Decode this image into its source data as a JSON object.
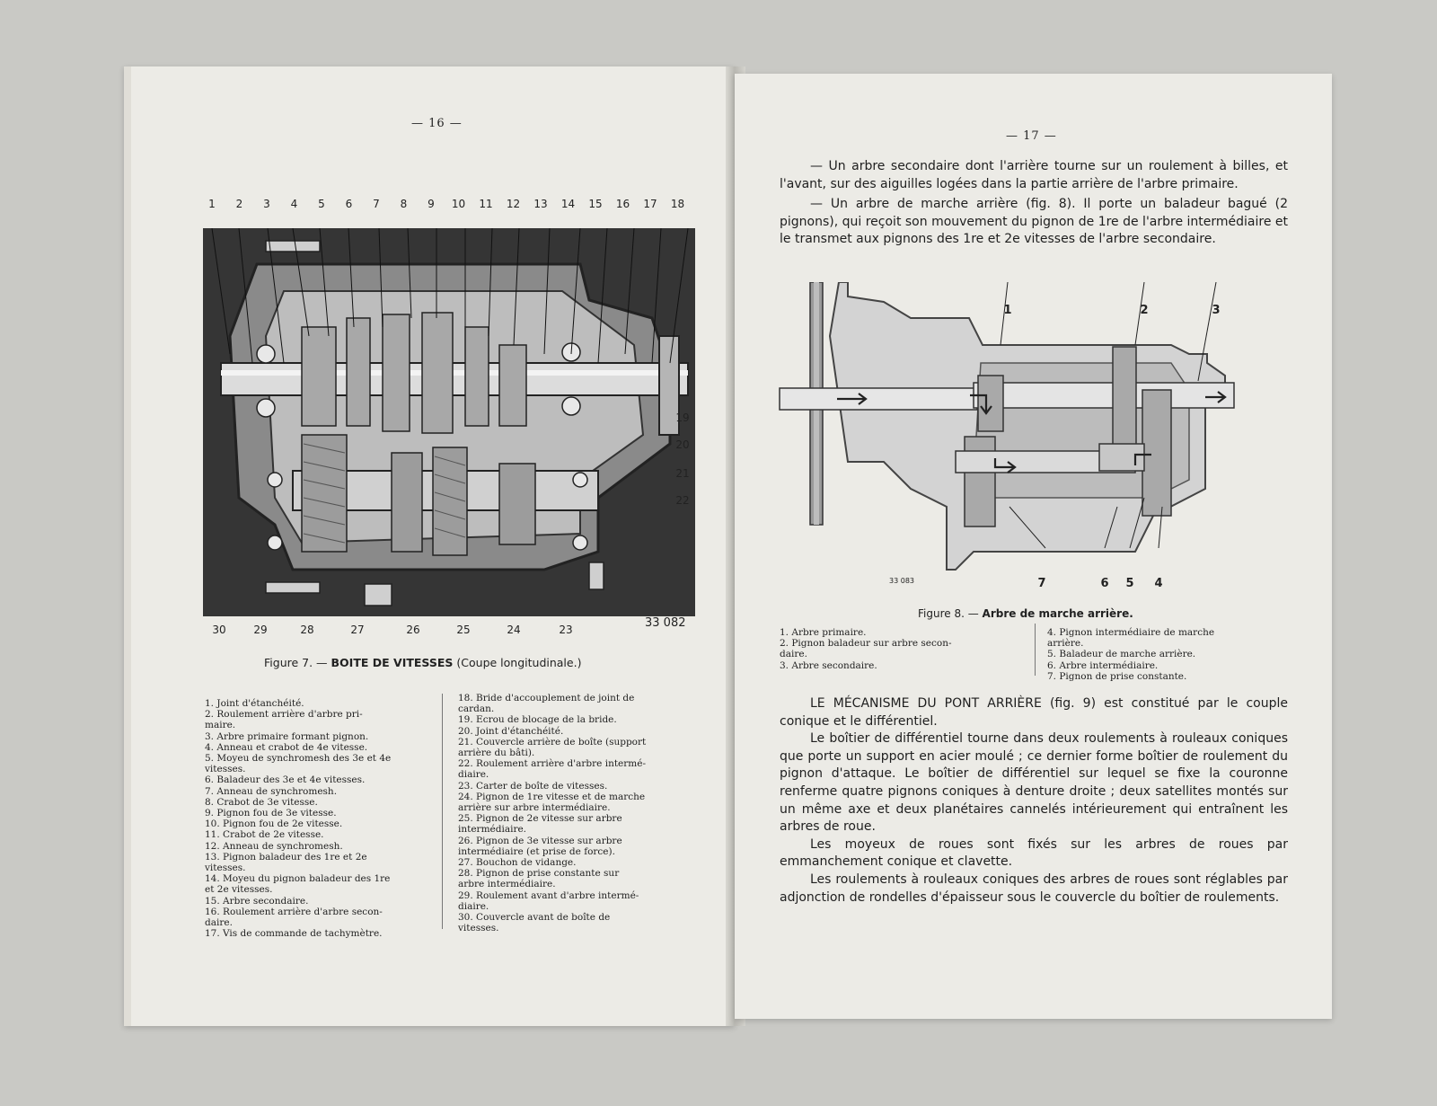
{
  "left_page": {
    "page_number": "— 16 —",
    "figure7": {
      "callouts_top": [
        "1",
        "2",
        "3",
        "4",
        "5",
        "6",
        "7",
        "8",
        "9",
        "10",
        "11",
        "12",
        "13",
        "14",
        "15",
        "16",
        "17",
        "18"
      ],
      "callouts_right": [
        "19",
        "20",
        "21",
        "22"
      ],
      "callouts_bottom": [
        "30",
        "29",
        "28",
        "27",
        "26",
        "25",
        "24",
        "23"
      ],
      "drawing_number": "33 082",
      "caption_prefix": "Figure 7. —",
      "caption_title": "BOITE DE VITESSES",
      "caption_suffix": "(Coupe longitudinale.)"
    },
    "legend_left": [
      "1. Joint d'étanchéité.",
      "2. Roulement arrière d'arbre pri-",
      "   maire.",
      "3. Arbre primaire formant pignon.",
      "4. Anneau et crabot de 4e vitesse.",
      "5. Moyeu de synchromesh des 3e et 4e",
      "   vitesses.",
      "6. Baladeur des 3e et 4e vitesses.",
      "7. Anneau de synchromesh.",
      "8. Crabot de 3e vitesse.",
      "9. Pignon fou de 3e vitesse.",
      "10. Pignon fou de 2e vitesse.",
      "11. Crabot de 2e vitesse.",
      "12. Anneau de synchromesh.",
      "13. Pignon baladeur des 1re et 2e",
      "    vitesses.",
      "14. Moyeu du pignon baladeur des 1re",
      "    et 2e vitesses.",
      "15. Arbre secondaire.",
      "16. Roulement arrière d'arbre secon-",
      "    daire.",
      "17. Vis de commande de tachymètre."
    ],
    "legend_right": [
      "18. Bride d'accouplement de joint de",
      "    cardan.",
      "19. Ecrou de blocage de la bride.",
      "20. Joint d'étanchéité.",
      "21. Couvercle arrière de boîte (support",
      "    arrière du bâti).",
      "22. Roulement arrière d'arbre intermé-",
      "    diaire.",
      "23. Carter de boîte de vitesses.",
      "24. Pignon de 1re vitesse et de marche",
      "    arrière sur arbre intermédiaire.",
      "25. Pignon de 2e vitesse sur arbre",
      "    intermédiaire.",
      "26. Pignon de 3e vitesse sur arbre",
      "    intermédiaire (et prise de force).",
      "27. Bouchon de vidange.",
      "28. Pignon de prise constante sur",
      "    arbre intermédiaire.",
      "29. Roulement avant d'arbre intermé-",
      "    diaire.",
      "30. Couvercle avant de boîte de",
      "    vitesses."
    ]
  },
  "right_page": {
    "page_number": "— 17 —",
    "intro_paragraphs": [
      "— Un arbre secondaire dont l'arrière tourne sur un roulement à billes, et l'avant, sur des aiguilles logées dans la partie arrière de l'arbre primaire.",
      "— Un arbre de marche arrière (fig. 8). Il porte un baladeur bagué (2 pignons), qui reçoit son mouvement du pignon de 1re de l'arbre intermédiaire et le transmet aux pignons des 1re et 2e vitesses de l'arbre secondaire."
    ],
    "figure8": {
      "callouts_top": [
        "1",
        "2",
        "3"
      ],
      "callouts_bottom": [
        "7",
        "6",
        "5",
        "4"
      ],
      "drawing_number": "33 083",
      "caption_prefix": "Figure 8. —",
      "caption_title": "Arbre de marche arrière."
    },
    "legend_left": [
      "1. Arbre primaire.",
      "2. Pignon baladeur sur arbre secon-",
      "   daire.",
      "3. Arbre secondaire."
    ],
    "legend_right": [
      "4. Pignon intermédiaire de marche",
      "   arrière.",
      "5. Baladeur de marche arrière.",
      "6. Arbre intermédiaire.",
      "7. Pignon de prise constante."
    ],
    "section_paragraphs": [
      "LE MÉCANISME DU PONT ARRIÈRE (fig. 9) est constitué par le couple conique et le différentiel.",
      "Le boîtier de différentiel tourne dans deux roulements à rouleaux coniques que porte un support en acier moulé ; ce dernier forme boîtier de roulement du pignon d'attaque. Le boîtier de différentiel sur lequel se fixe la couronne renferme quatre pignons coniques à denture droite ; deux satellites montés sur un même axe et deux planétaires cannelés intérieurement qui entraînent les arbres de roue.",
      "Les moyeux de roues sont fixés sur les arbres de roues par emmanchement conique et clavette.",
      "Les roulements à rouleaux coniques des arbres de roues sont réglables par adjonction de rondelles d'épaisseur sous le couvercle du boîtier de roulements."
    ]
  }
}
